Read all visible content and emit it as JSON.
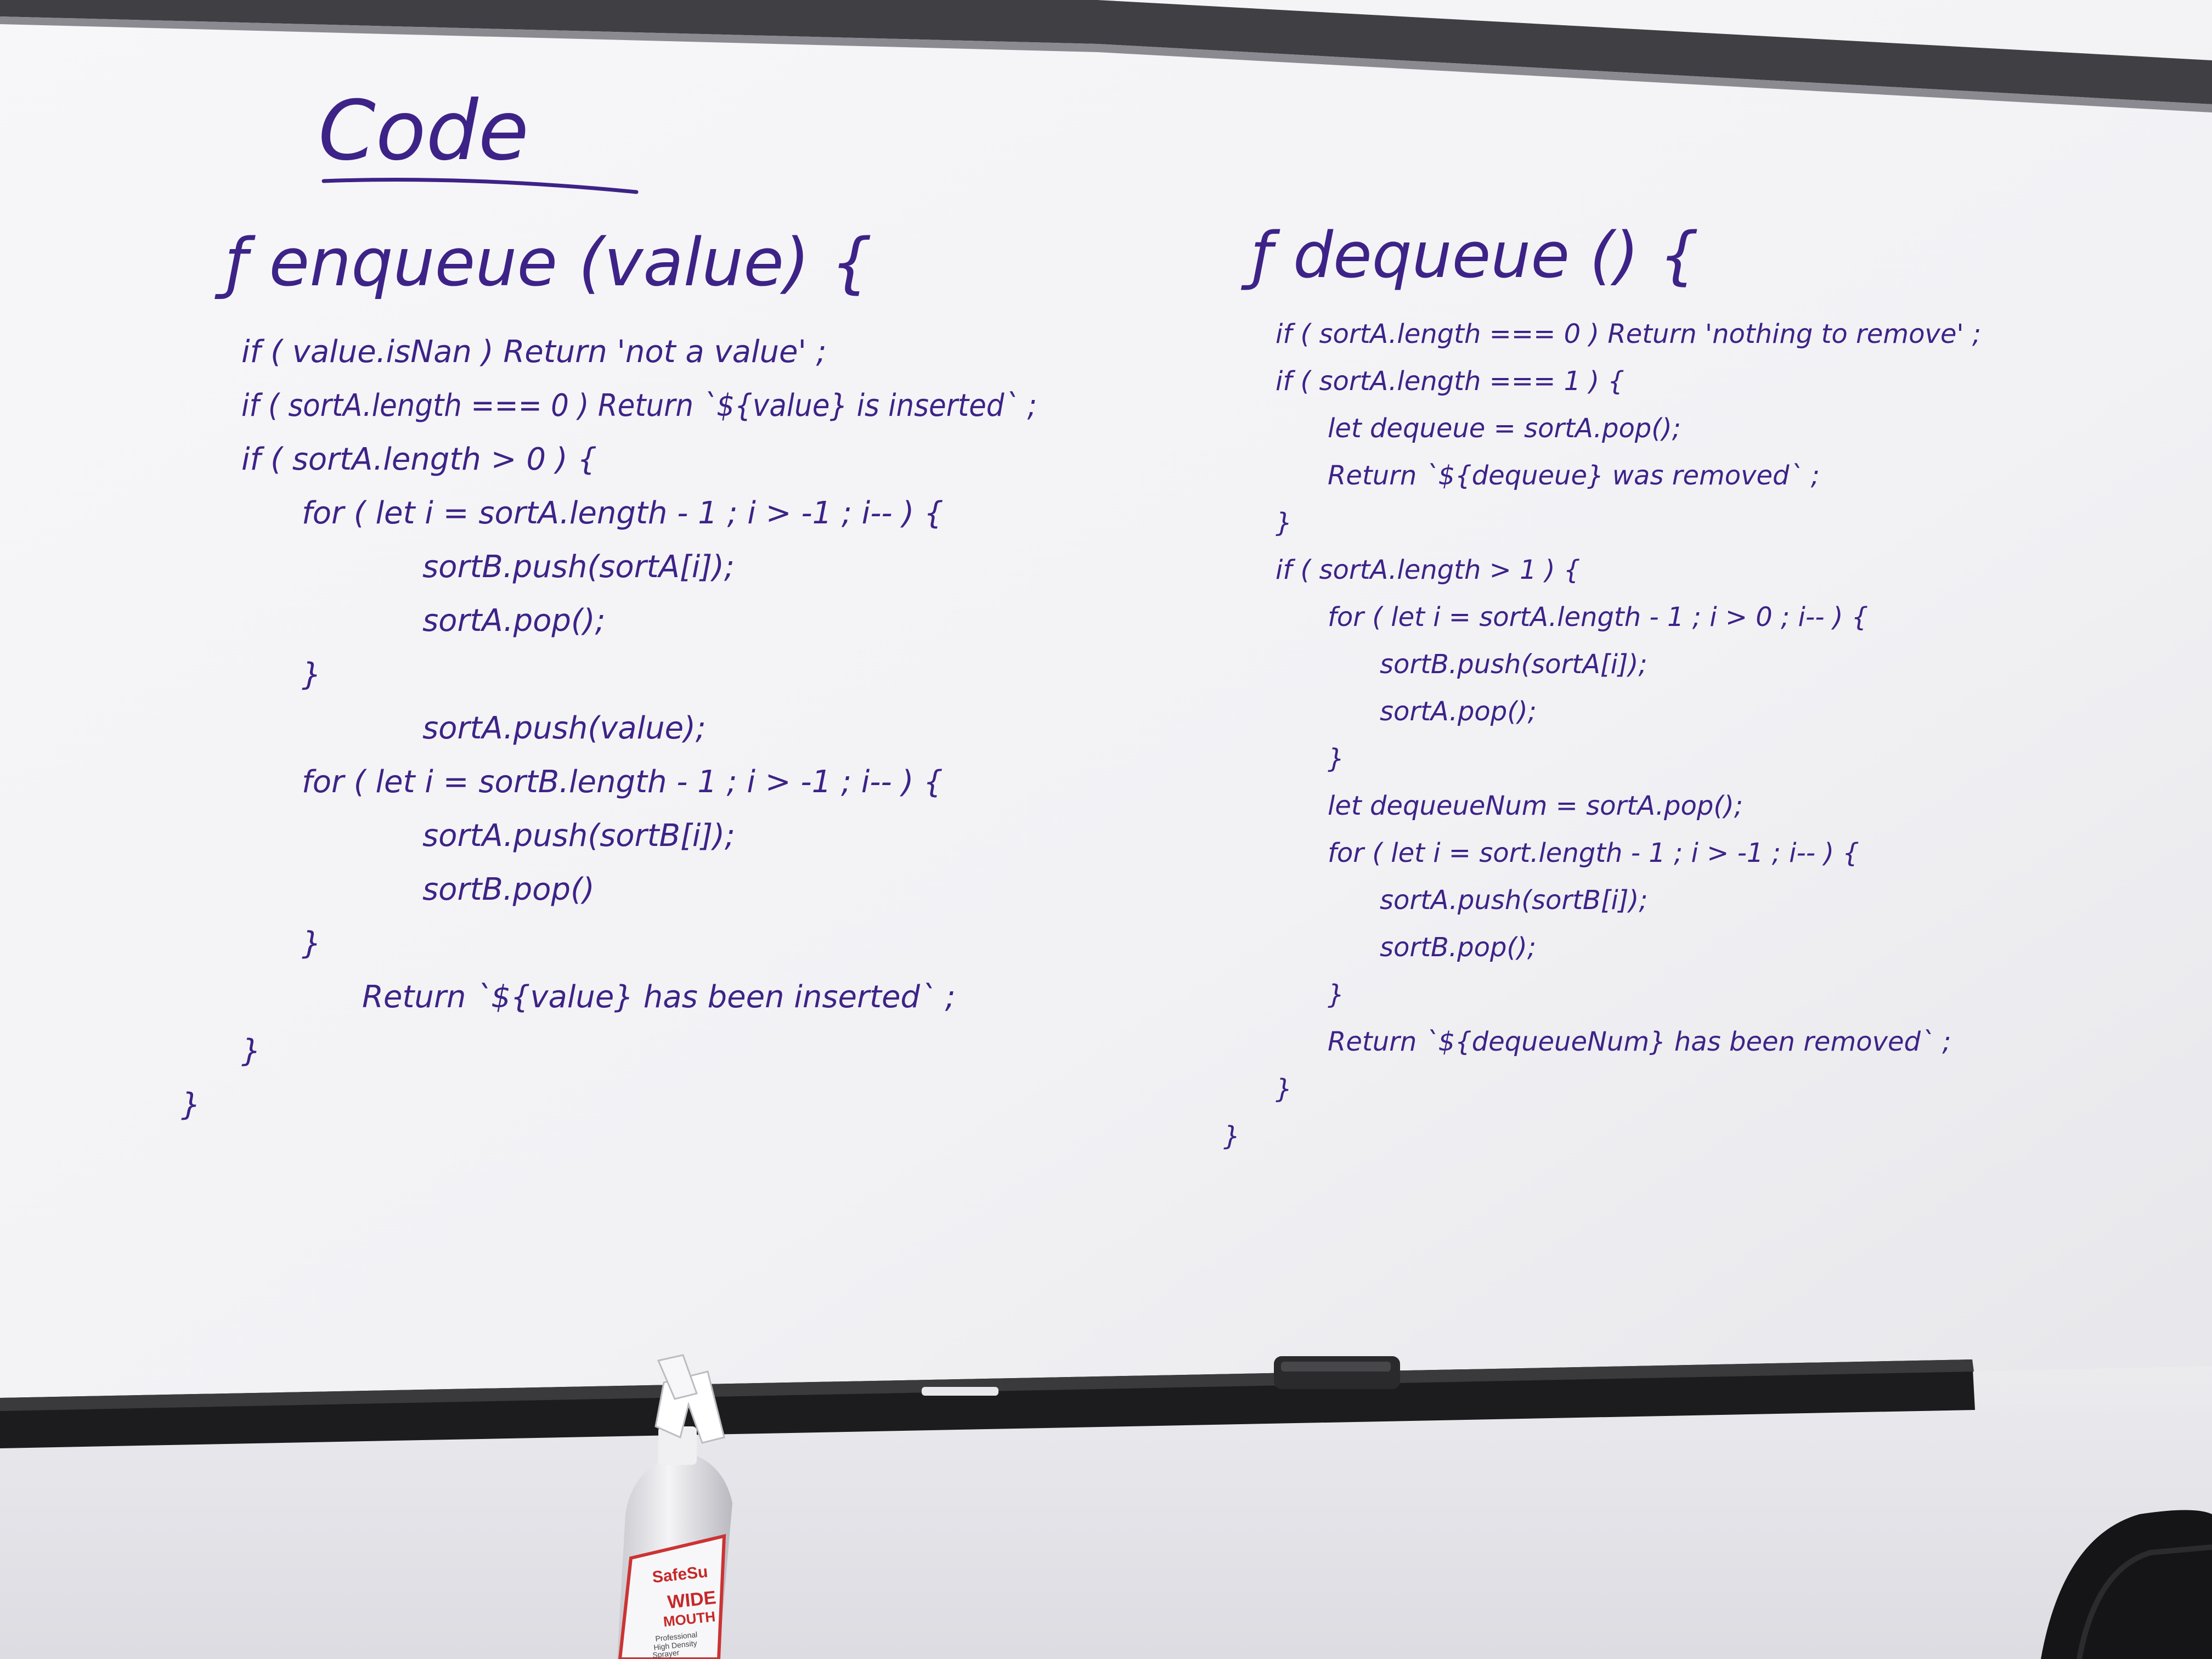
{
  "title": "Code",
  "enqueue": {
    "header": "ƒ enqueue (value) {",
    "lines": [
      {
        "text": "if ( value.isNan )  Return  'not a value' ;",
        "indent": 1
      },
      {
        "text": "if ( sortA.length === 0 )  Return   `${value} is inserted` ;",
        "indent": 1
      },
      {
        "text": "if ( sortA.length > 0 ) {",
        "indent": 1
      },
      {
        "text": "for ( let i = sortA.length - 1 ; i > -1 ; i-- ) {",
        "indent": 2
      },
      {
        "text": "sortB.push(sortA[i]);",
        "indent": 4
      },
      {
        "text": "sortA.pop();",
        "indent": 4
      },
      {
        "text": "}",
        "indent": 2
      },
      {
        "text": "sortA.push(value);",
        "indent": 4
      },
      {
        "text": "for ( let i = sortB.length - 1 ; i > -1 ; i-- ) {",
        "indent": 2
      },
      {
        "text": "sortA.push(sortB[i]);",
        "indent": 4
      },
      {
        "text": "sortB.pop()",
        "indent": 4
      },
      {
        "text": "}",
        "indent": 2
      },
      {
        "text": "Return  `${value} has been inserted` ;",
        "indent": 3
      },
      {
        "text": "}",
        "indent": 1
      },
      {
        "text": "}",
        "indent": 0
      }
    ]
  },
  "dequeue": {
    "header": "ƒ  dequeue () {",
    "lines": [
      {
        "text": "if ( sortA.length === 0 )  Return  'nothing to remove' ;",
        "indent": 1
      },
      {
        "text": "if ( sortA.length === 1 ) {",
        "indent": 1
      },
      {
        "text": "let dequeue = sortA.pop();",
        "indent": 2
      },
      {
        "text": "Return  `${dequeue} was removed` ;",
        "indent": 2
      },
      {
        "text": "}",
        "indent": 1
      },
      {
        "text": "if ( sortA.length > 1 ) {",
        "indent": 1
      },
      {
        "text": "for ( let i = sortA.length - 1 ; i > 0 ; i-- ) {",
        "indent": 2
      },
      {
        "text": "sortB.push(sortA[i]);",
        "indent": 3
      },
      {
        "text": "sortA.pop();",
        "indent": 3
      },
      {
        "text": "}",
        "indent": 2
      },
      {
        "text": "let dequeueNum = sortA.pop();",
        "indent": 2
      },
      {
        "text": "for ( let i = sort.length - 1 ; i > -1 ; i-- ) {",
        "indent": 2
      },
      {
        "text": "sortA.push(sortB[i]);",
        "indent": 3
      },
      {
        "text": "sortB.pop();",
        "indent": 3
      },
      {
        "text": "}",
        "indent": 2
      },
      {
        "text": "Return  `${dequeueNum} has been removed` ;",
        "indent": 2
      },
      {
        "text": "}",
        "indent": 1
      },
      {
        "text": "}",
        "indent": 0
      }
    ]
  },
  "bottle_label": {
    "brand": "SafeSu",
    "lines": [
      "WIDE",
      "MOUTH",
      "Professional",
      "High Density",
      "Sprayer"
    ]
  },
  "colors": {
    "ink": "#3d2387",
    "board": "#f3f3f6",
    "tray": "#1c1c1e"
  }
}
